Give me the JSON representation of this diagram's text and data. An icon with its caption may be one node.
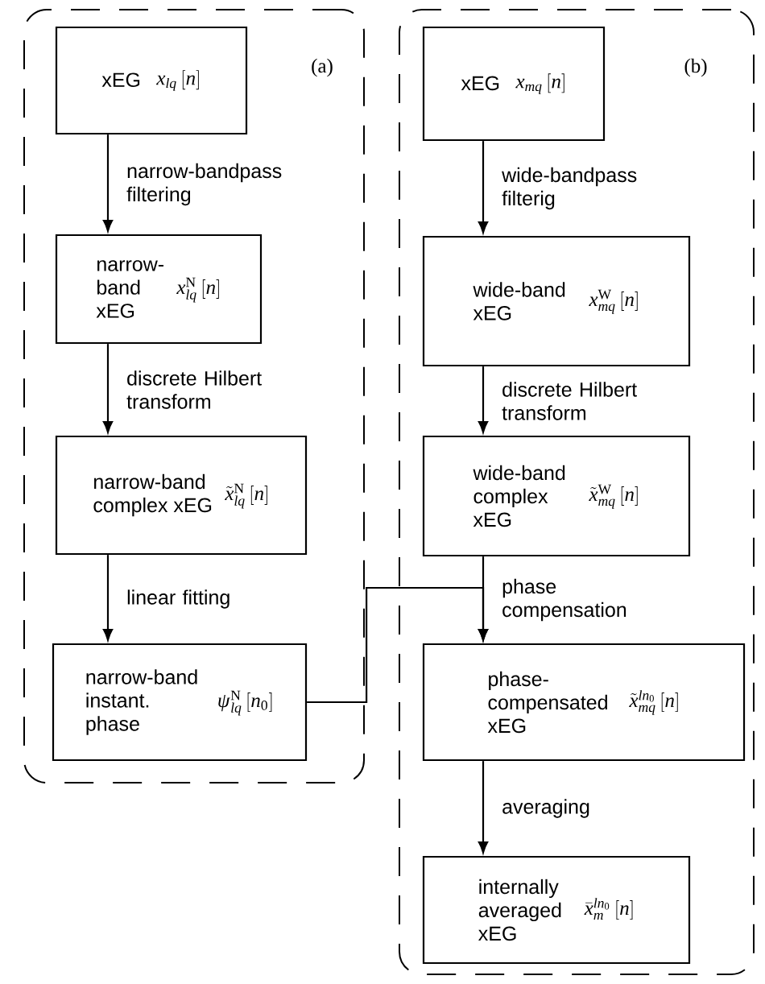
{
  "diagram": {
    "nodes": [
      {
        "text": [
          "(a)"
        ]
      },
      {
        "text": [
          "xEG",
          "x_{lq}\\left[n\\right]"
        ],
        "in": 0
      },
      {
        "text": [
          "narrow-band xEG",
          "x_{lq}^{\\mathrm{N}}\\left[n\\right]"
        ],
        "in": 0
      },
      {
        "text": [
          "narrow-band complex xEG",
          "\\tilde{x}_{lq}^{\\mathrm{N}}\\left[n\\right]"
        ],
        "in": 0
      },
      {
        "text": [
          "narrow-band instant. phase",
          "\\psi_{lq}^{\\mathrm{N}}\\left[n_0\\right]"
        ],
        "in": 0
      },
      {
        "text": [
          "(b)"
        ]
      },
      {
        "text": [
          "xEG",
          "x_{mq}\\left[n\\right]"
        ],
        "in": 5
      },
      {
        "text": [
          "wide-band xEG",
          "x_{mq}^{\\mathrm{W}}\\left[n\\right]"
        ],
        "in": 5
      },
      {
        "text": [
          "wide-band complex xEG",
          "\\tilde{x}_{mq}^{\\mathrm{W}}\\left[n\\right]"
        ],
        "in": 5
      },
      {
        "text": [
          "phase-compensated xEG",
          "\\tilde{x}_{mq}^{ln_0}\\left[n\\right]"
        ],
        "in": 5
      },
      {
        "text": [
          "internally averaged xEG",
          "\\bar{x}_{m}^{ln_0}\\left[n\\right]"
        ],
        "in": 5
      }
    ],
    "edges": [
      {
        "from": 1,
        "to": 2,
        "arrow": "to",
        "label": "narrow-bandpass filtering"
      },
      {
        "from": 2,
        "to": 3,
        "arrow": "to",
        "label": "discrete Hilbert transform"
      },
      {
        "from": 3,
        "to": 4,
        "arrow": "to",
        "label": "linear fitting"
      },
      {
        "from": 6,
        "to": 7,
        "arrow": "to",
        "label": "wide-bandpass filterig"
      },
      {
        "from": 7,
        "to": 8,
        "arrow": "to",
        "label": "discrete Hilbert transform"
      },
      {
        "from": 8,
        "to": 9,
        "arrow": "to",
        "label": "phase compensation"
      },
      {
        "from": 4,
        "to": 9,
        "arrow": "to"
      },
      {
        "from": 9,
        "to": 10,
        "arrow": "to",
        "label": "averaging"
      }
    ]
  }
}
